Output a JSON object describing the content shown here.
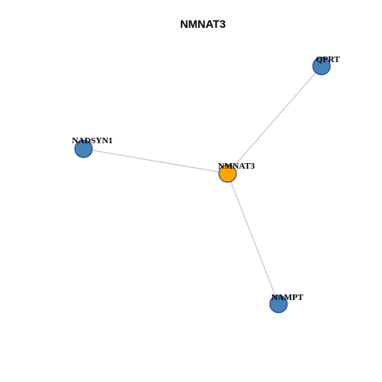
{
  "title": "NMNAT3",
  "colors": {
    "center_node": "#ffa500",
    "neighbor_node": "#4682b4",
    "node_border": "#1f2fa8",
    "edge": "#bdbdbd"
  },
  "nodes": [
    {
      "id": "QPRT",
      "label": "QPRT",
      "role": "neighbor"
    },
    {
      "id": "NADSYN1",
      "label": "NADSYN1",
      "role": "neighbor"
    },
    {
      "id": "NMNAT3",
      "label": "NMNAT3",
      "role": "center"
    },
    {
      "id": "NAMPT",
      "label": "NAMPT",
      "role": "neighbor"
    }
  ],
  "edges": [
    {
      "source": "NMNAT3",
      "target": "QPRT"
    },
    {
      "source": "NMNAT3",
      "target": "NADSYN1"
    },
    {
      "source": "NMNAT3",
      "target": "NAMPT"
    }
  ]
}
